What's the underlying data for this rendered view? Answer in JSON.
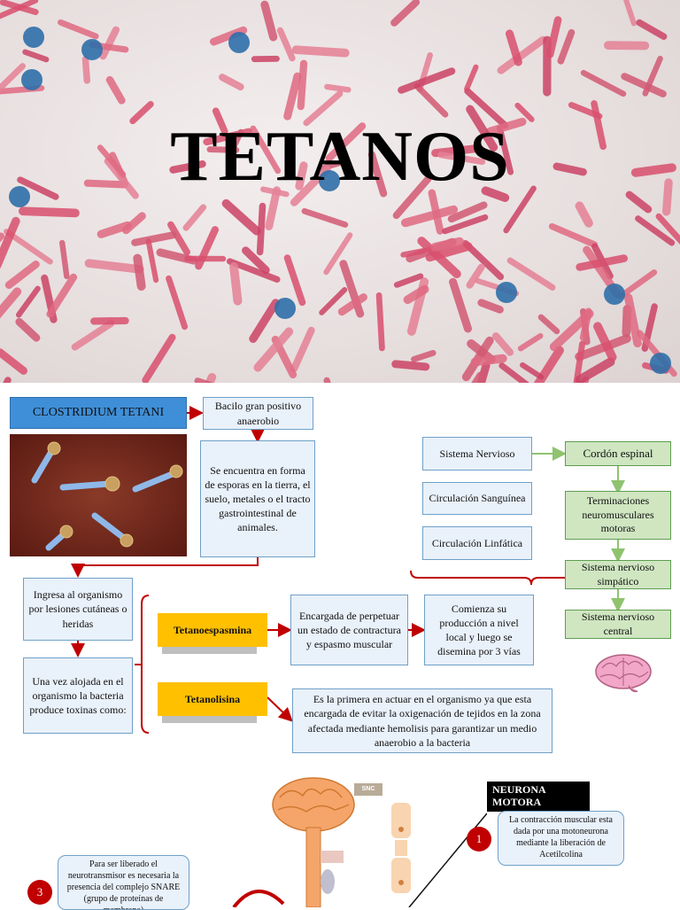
{
  "hero": {
    "title": "TETANOS"
  },
  "colors": {
    "connector": "#c00000",
    "green_connector": "#8fc36f",
    "blue_box": "#e9f1fa",
    "green_box": "#cfe6c1",
    "toxin_box": "#ffc000"
  },
  "left": {
    "title": "CLOSTRIDIUM TETANI",
    "bacilo": "Bacilo gran positivo anaerobio",
    "esporas": "Se encuentra en forma de esporas en la tierra, el suelo, metales o el tracto gastrointestinal de animales.",
    "ingresa": "Ingresa al organismo por lesiones cutáneas o heridas",
    "alojada": "Una vez alojada en el organismo la bacteria produce toxinas como:"
  },
  "toxins": {
    "tetanoespasmina": "Tetanoespasmina",
    "tetanolisina": "Tetanolisina",
    "espasmo": "Encargada de perpetuar un estado de contractura y espasmo muscular",
    "produccion": "Comienza su producción a nivel local y luego se disemina por 3 vías",
    "hemolisis": "Es la primera en actuar en el organismo ya que esta encargada de evitar la oxigenación de tejidos en la zona afectada mediante hemolisis para garantizar un medio anaerobio a la bacteria"
  },
  "vias": {
    "nervioso": "Sistema Nervioso",
    "sanguinea": "Circulación Sanguínea",
    "linfatica": "Circulación Linfática"
  },
  "green": {
    "cordon": "Cordón espinal",
    "terminaciones": "Terminaciones neuromusculares motoras",
    "simpatico": "Sistema nervioso simpático",
    "central": "Sistema nervioso central"
  },
  "neurona": {
    "title": "NEURONA MOTORA",
    "snc": "SNC",
    "step1_number": "1",
    "step1_text": "La contracción muscular esta dada por una motoneurona mediante la liberación de Acetilcolina",
    "step3_number": "3",
    "step3_text": "Para ser liberado el neurotransmisor es necesaria la presencia del complejo SNARE (grupo de proteínas de membrana)"
  }
}
